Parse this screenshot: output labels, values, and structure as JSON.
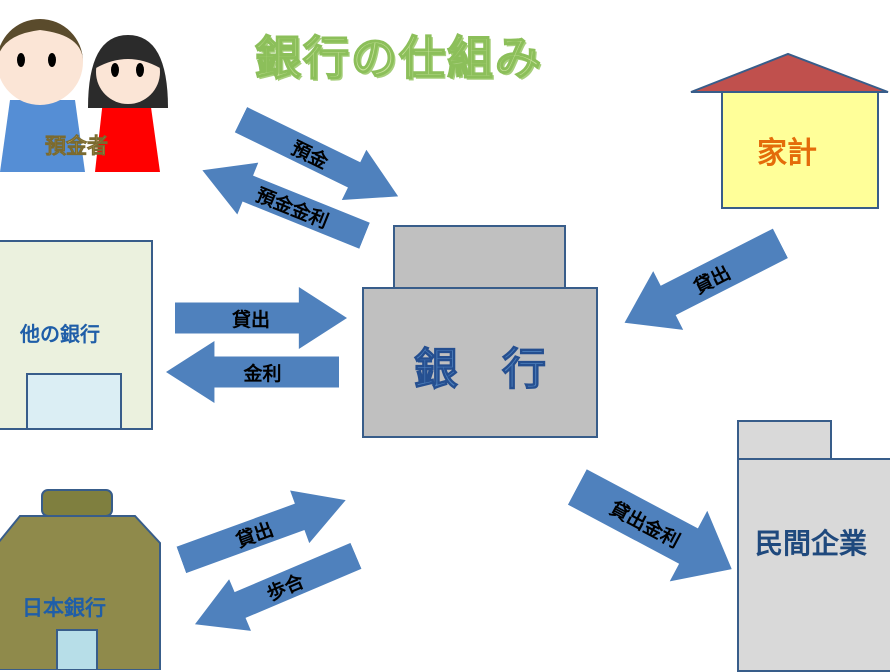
{
  "title": "銀行の仕組み",
  "depositors": "預金者",
  "household": "家計",
  "bank": "銀　行",
  "other_bank": "他の銀行",
  "boj": "日本銀行",
  "company": "民間企業",
  "arrows": {
    "deposit": "預金",
    "deposit_interest": "預金金利",
    "household_loan": "貸出",
    "interbank_loan": "貸出",
    "interbank_interest": "金利",
    "boj_loan": "貸出",
    "boj_rate": "歩合",
    "loan_interest": "貸出金利"
  },
  "colors": {
    "arrow": "#4f81bd",
    "border": "#385d8a",
    "roof": "#c0504d"
  }
}
